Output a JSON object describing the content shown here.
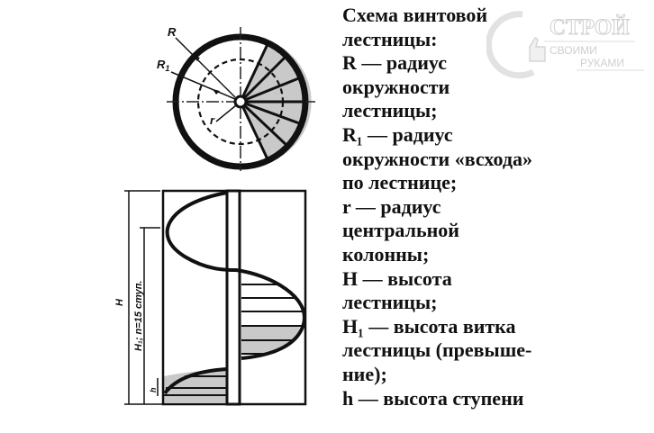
{
  "legend": {
    "lines": [
      "Схема винтовой",
      "лестницы:",
      "R — радиус",
      "окружности",
      "лестницы;",
      "R₁ — радиус",
      "окружности «всхода»",
      "по лестнице;",
      "r — радиус",
      "центральной",
      "колонны;",
      "H — высота",
      "лестницы;",
      "H₁ — высота витка",
      "лестницы (превыше-",
      "ние);",
      "h — высота ступени"
    ]
  },
  "plan_view": {
    "labels": {
      "R": "R",
      "R1": "R",
      "R1_sub": "1",
      "r": "r"
    },
    "shaded_fill": "#c8c8c8"
  },
  "elevation_view": {
    "labels": {
      "H": "H",
      "H1": "H₁; n=15 ступ.",
      "h": "h"
    }
  },
  "watermark": {
    "title": "СТРОЙ",
    "line1": "СВОИМИ",
    "line2": "РУКАМИ"
  }
}
